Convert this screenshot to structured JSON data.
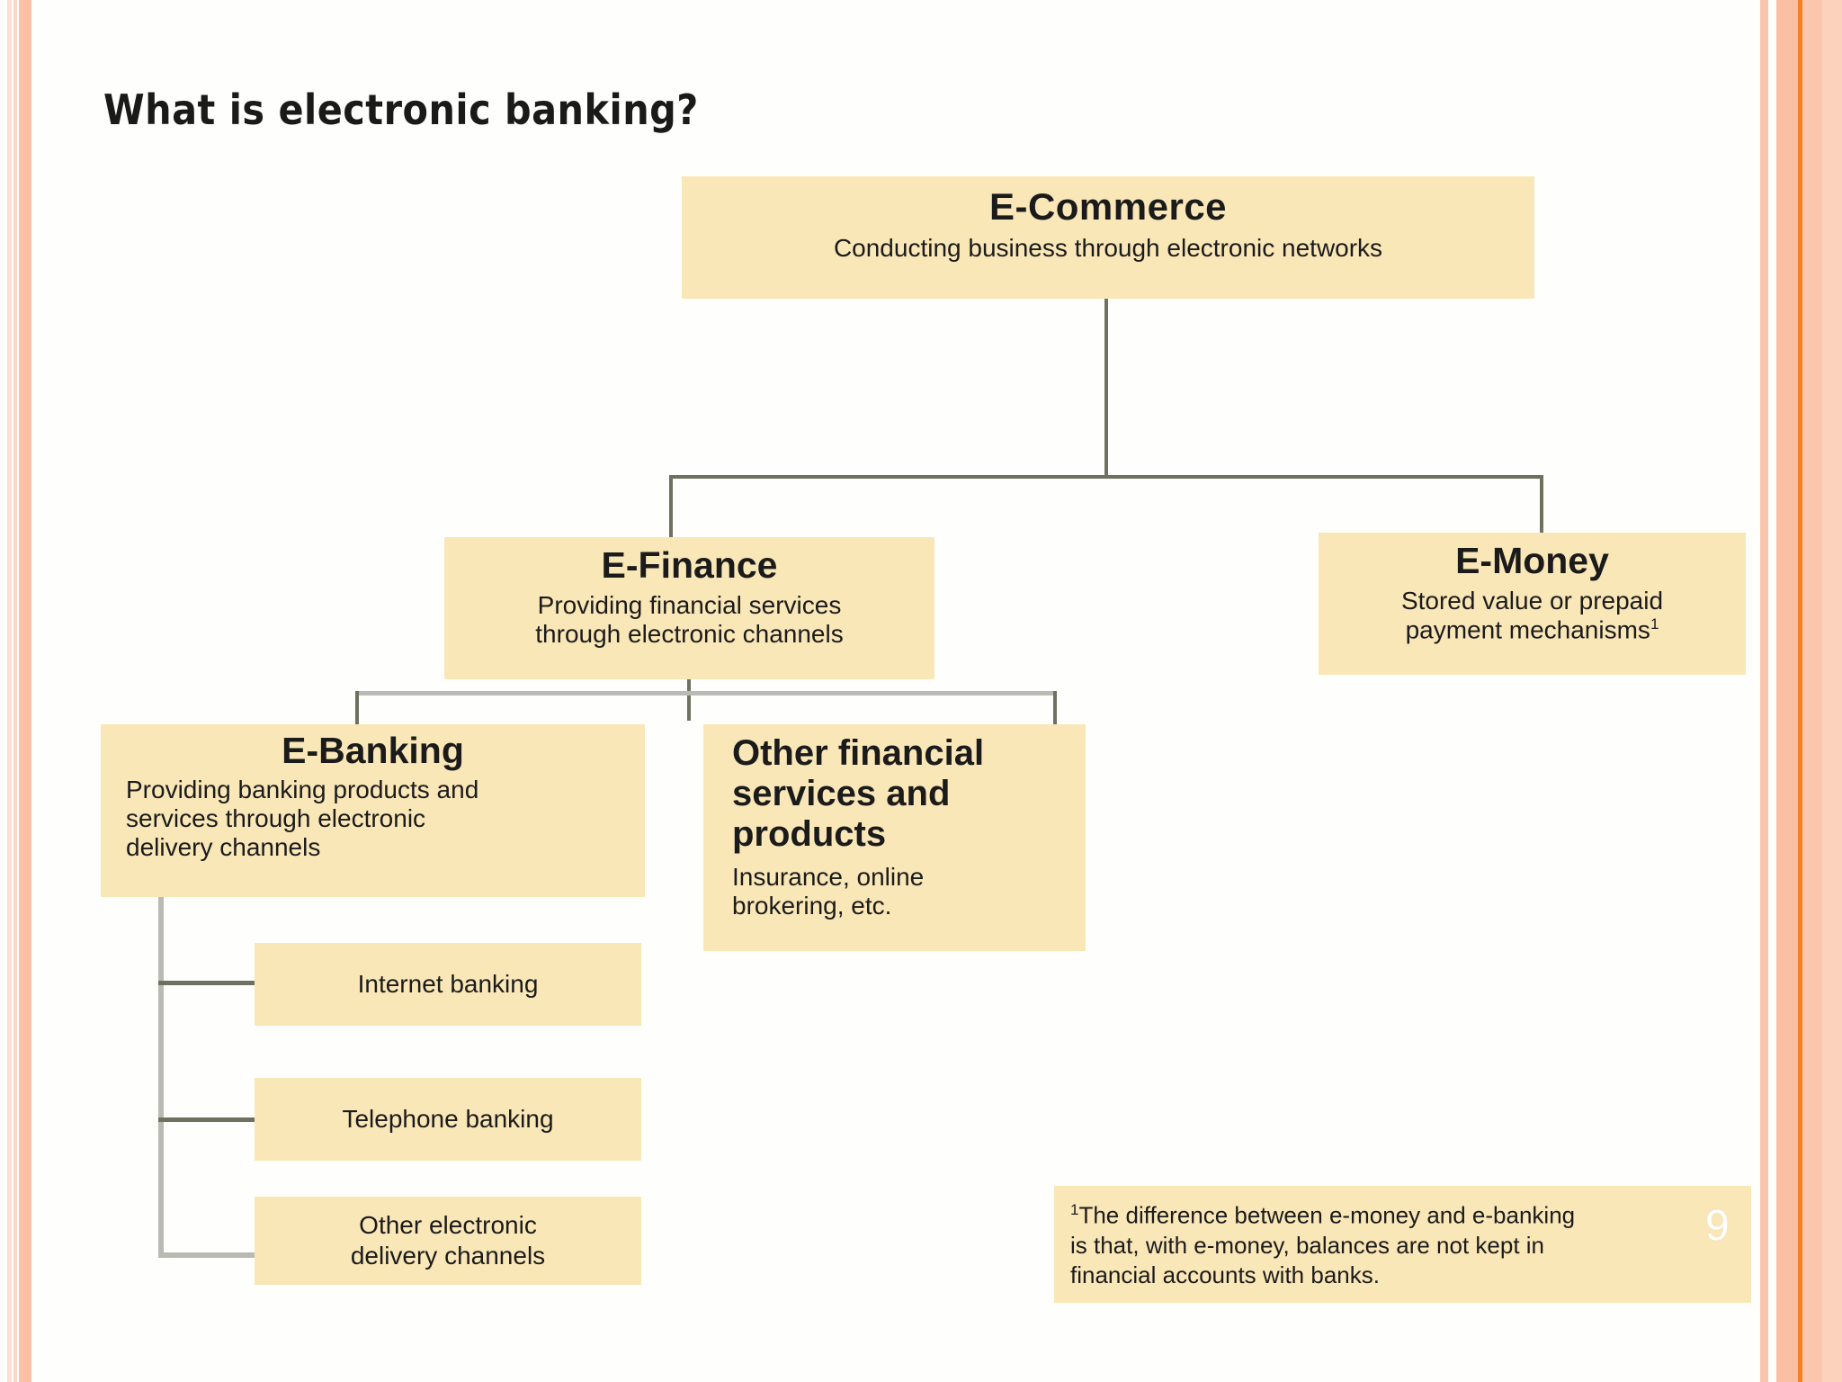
{
  "slide": {
    "title": "What is electronic banking?",
    "page_number": "9",
    "accent_color": "#f58220",
    "box_color": "#fae7b8",
    "connector_color": "#6f7060"
  },
  "diagram": {
    "nodes": {
      "ecommerce": {
        "title": "E-Commerce",
        "subtitle": "Conducting business through electronic networks"
      },
      "efinance": {
        "title": "E-Finance",
        "subtitle_line1": "Providing financial services",
        "subtitle_line2": "through electronic channels"
      },
      "emoney": {
        "title": "E-Money",
        "subtitle_line1": "Stored value or prepaid",
        "subtitle_line2": "payment mechanisms",
        "footnote_marker": "1"
      },
      "ebanking": {
        "title": "E-Banking",
        "subtitle_line1": "Providing banking products and",
        "subtitle_line2": "services through electronic",
        "subtitle_line3": "delivery channels"
      },
      "other_financial": {
        "title_line1": "Other financial",
        "title_line2": "services and",
        "title_line3": "products",
        "subtitle_line1": "Insurance, online",
        "subtitle_line2": "brokering, etc."
      }
    },
    "ebanking_children": [
      {
        "label": "Internet banking"
      },
      {
        "label": "Telephone banking"
      },
      {
        "label_line1": "Other electronic",
        "label_line2": "delivery channels"
      }
    ]
  },
  "footnote": {
    "marker": "1",
    "line1": "The difference between e-money and e-banking",
    "line2": "is that, with e-money, balances are not kept in",
    "line3": "financial accounts with banks."
  }
}
